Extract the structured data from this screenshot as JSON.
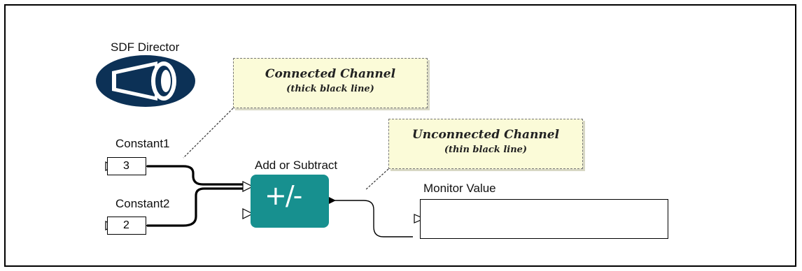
{
  "director": {
    "label": "SDF Director",
    "icon": "megaphone-icon"
  },
  "callouts": {
    "connected": {
      "title": "Connected Channel",
      "subtitle": "(thick black line)"
    },
    "unconnected": {
      "title": "Unconnected Channel",
      "subtitle": "(thin black line)"
    }
  },
  "actors": {
    "constant1": {
      "label": "Constant1",
      "value": "3"
    },
    "constant2": {
      "label": "Constant2",
      "value": "2"
    },
    "adder": {
      "label": "Add or Subtract",
      "symbol": "+/-"
    },
    "monitor": {
      "label": "Monitor Value"
    }
  },
  "colors": {
    "adder_fill": "#17908f",
    "director_fill": "#0c3156",
    "callout_fill": "#fbfbd8"
  }
}
